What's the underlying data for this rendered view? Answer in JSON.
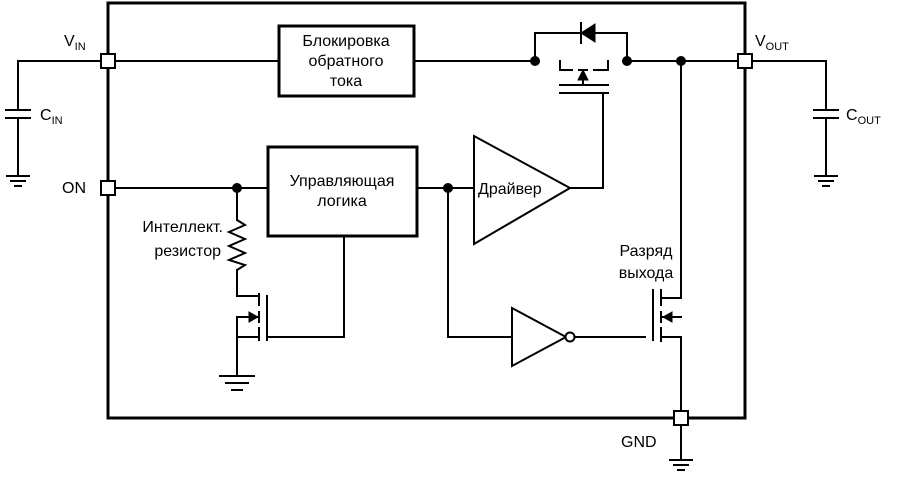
{
  "pins": {
    "vin": {
      "main": "V",
      "sub": "IN"
    },
    "vout": {
      "main": "V",
      "sub": "OUT"
    },
    "on": "ON",
    "gnd": "GND"
  },
  "caps": {
    "cin": {
      "main": "C",
      "sub": "IN"
    },
    "cout": {
      "main": "C",
      "sub": "OUT"
    }
  },
  "blocks": {
    "reverse_block": [
      "Блокировка",
      "обратного",
      "тока"
    ],
    "control_logic": [
      "Управляющая",
      "логика"
    ],
    "driver": "Драйвер"
  },
  "labels": {
    "smart_resistor": [
      "Интеллект.",
      "резистор"
    ],
    "output_discharge": [
      "Разряд",
      "выхода"
    ]
  }
}
